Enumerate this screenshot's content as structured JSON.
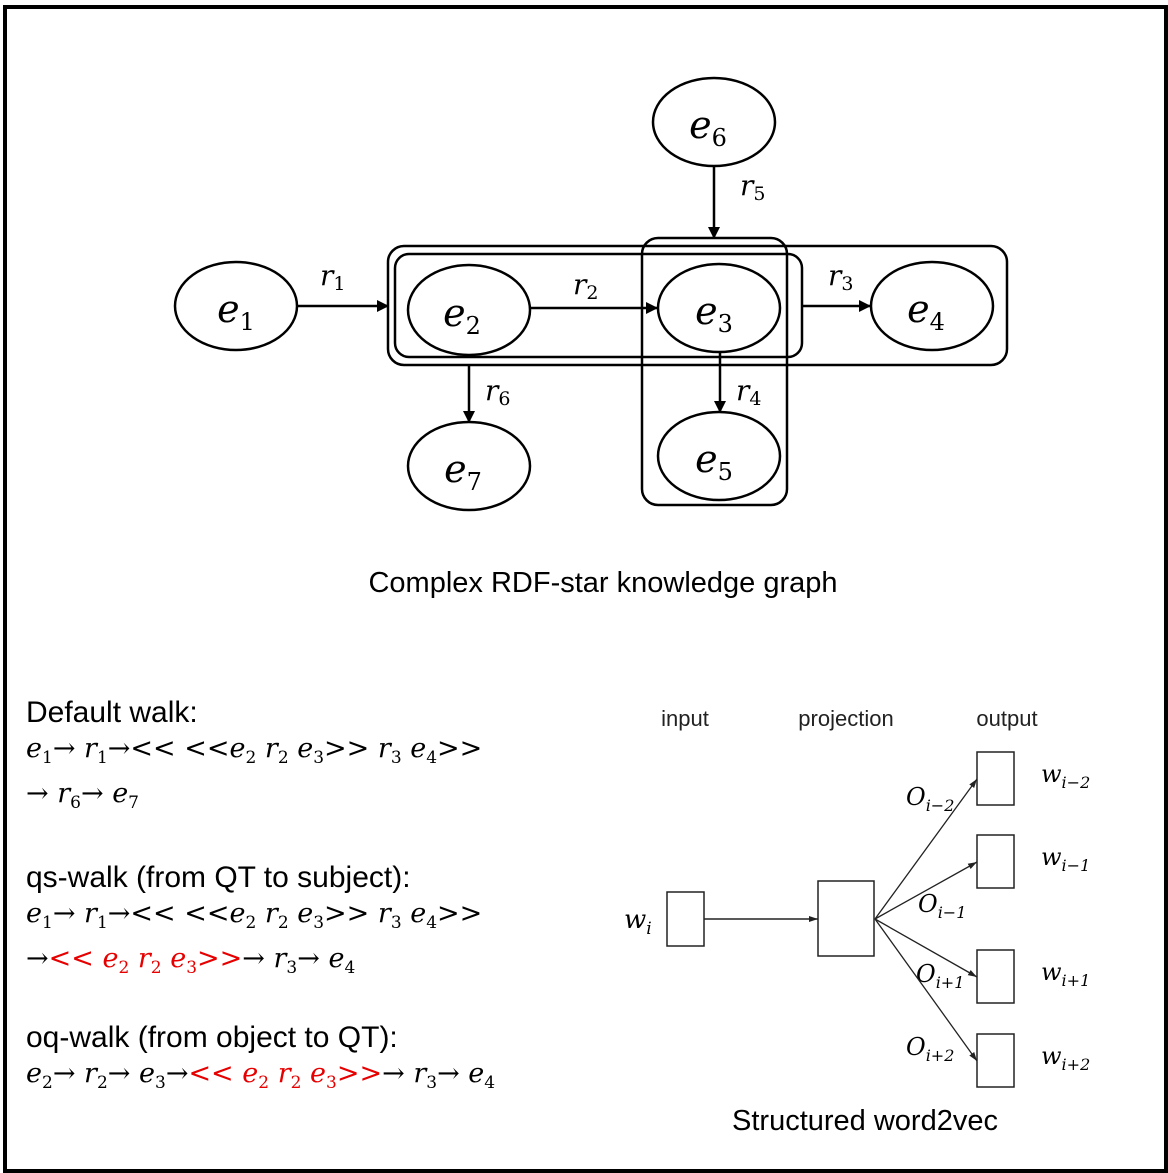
{
  "graph": {
    "caption": "Complex RDF-star knowledge graph",
    "nodes": [
      {
        "id": "e1",
        "base": "e",
        "sub": "1"
      },
      {
        "id": "e2",
        "base": "e",
        "sub": "2"
      },
      {
        "id": "e3",
        "base": "e",
        "sub": "3"
      },
      {
        "id": "e4",
        "base": "e",
        "sub": "4"
      },
      {
        "id": "e5",
        "base": "e",
        "sub": "5"
      },
      {
        "id": "e6",
        "base": "e",
        "sub": "6"
      },
      {
        "id": "e7",
        "base": "e",
        "sub": "7"
      }
    ],
    "edges": [
      {
        "id": "r1",
        "base": "r",
        "sub": "1",
        "from": "e1",
        "to": "qt-outer"
      },
      {
        "id": "r2",
        "base": "r",
        "sub": "2",
        "from": "e2",
        "to": "e3"
      },
      {
        "id": "r3",
        "base": "r",
        "sub": "3",
        "from": "qt-inner",
        "to": "e4"
      },
      {
        "id": "r4",
        "base": "r",
        "sub": "4",
        "from": "e3",
        "to": "e5"
      },
      {
        "id": "r5",
        "base": "r",
        "sub": "5",
        "from": "e6",
        "to": "qt-e3-e5"
      },
      {
        "id": "r6",
        "base": "r",
        "sub": "6",
        "from": "qt-outer",
        "to": "e7"
      }
    ],
    "quoted_triples": [
      {
        "id": "qt-inner",
        "contains": [
          "e2",
          "r2",
          "e3"
        ]
      },
      {
        "id": "qt-outer",
        "contains": [
          "qt-inner",
          "r3",
          "e4"
        ]
      },
      {
        "id": "qt-e3-e5",
        "contains": [
          "e3",
          "r4",
          "e5"
        ]
      }
    ]
  },
  "walks": [
    {
      "title": "Default walk:",
      "lines": [
        [
          {
            "t": "e",
            "s": "1"
          },
          {
            "t": "→ "
          },
          {
            "t": "r",
            "s": "1"
          },
          {
            "t": "→<< <<"
          },
          {
            "t": "e",
            "s": "2"
          },
          {
            "t": " "
          },
          {
            "t": "r",
            "s": "2"
          },
          {
            "t": " "
          },
          {
            "t": "e",
            "s": "3"
          },
          {
            "t": ">> "
          },
          {
            "t": "r",
            "s": "3"
          },
          {
            "t": " "
          },
          {
            "t": "e",
            "s": "4"
          },
          {
            "t": ">>"
          }
        ],
        [
          {
            "t": "→ "
          },
          {
            "t": "r",
            "s": "6"
          },
          {
            "t": "→ "
          },
          {
            "t": "e",
            "s": "7"
          }
        ]
      ]
    },
    {
      "title": "qs-walk (from QT to subject):",
      "lines": [
        [
          {
            "t": "e",
            "s": "1"
          },
          {
            "t": "→ "
          },
          {
            "t": "r",
            "s": "1"
          },
          {
            "t": "→<< <<"
          },
          {
            "t": "e",
            "s": "2"
          },
          {
            "t": " "
          },
          {
            "t": "r",
            "s": "2"
          },
          {
            "t": " "
          },
          {
            "t": "e",
            "s": "3"
          },
          {
            "t": ">> "
          },
          {
            "t": "r",
            "s": "3"
          },
          {
            "t": " "
          },
          {
            "t": "e",
            "s": "4"
          },
          {
            "t": ">>"
          }
        ],
        [
          {
            "t": "→"
          },
          {
            "t": "<< ",
            "red": true
          },
          {
            "t": "e",
            "s": "2",
            "red": true
          },
          {
            "t": " ",
            "red": true
          },
          {
            "t": "r",
            "s": "2",
            "red": true
          },
          {
            "t": " ",
            "red": true
          },
          {
            "t": "e",
            "s": "3",
            "red": true
          },
          {
            "t": ">>",
            "red": true
          },
          {
            "t": "→ "
          },
          {
            "t": "r",
            "s": "3"
          },
          {
            "t": "→ "
          },
          {
            "t": "e",
            "s": "4"
          }
        ]
      ]
    },
    {
      "title": "oq-walk (from object to QT):",
      "lines": [
        [
          {
            "t": "e",
            "s": "2"
          },
          {
            "t": "→ "
          },
          {
            "t": "r",
            "s": "2"
          },
          {
            "t": "→ "
          },
          {
            "t": "e",
            "s": "3"
          },
          {
            "t": "→"
          },
          {
            "t": "<< ",
            "red": true
          },
          {
            "t": "e",
            "s": "2",
            "red": true
          },
          {
            "t": " ",
            "red": true
          },
          {
            "t": "r",
            "s": "2",
            "red": true
          },
          {
            "t": " ",
            "red": true
          },
          {
            "t": "e",
            "s": "3",
            "red": true
          },
          {
            "t": ">>",
            "red": true
          },
          {
            "t": "→ "
          },
          {
            "t": "r",
            "s": "3"
          },
          {
            "t": "→ "
          },
          {
            "t": "e",
            "s": "4"
          }
        ]
      ]
    }
  ],
  "word2vec": {
    "caption": "Structured word2vec",
    "column_labels": {
      "input": "input",
      "projection": "projection",
      "output": "output"
    },
    "input_label": {
      "base": "w",
      "sub": "i"
    },
    "outputs": [
      {
        "edge_base": "O",
        "edge_sub": "i−2",
        "word_base": "w",
        "word_sub": "i−2"
      },
      {
        "edge_base": "O",
        "edge_sub": "i−1",
        "word_base": "w",
        "word_sub": "i−1"
      },
      {
        "edge_base": "O",
        "edge_sub": "i+1",
        "word_base": "w",
        "word_sub": "i+1"
      },
      {
        "edge_base": "O",
        "edge_sub": "i+2",
        "word_base": "w",
        "word_sub": "i+2"
      }
    ]
  },
  "colors": {
    "ink": "#000000",
    "highlight": "#e60000",
    "background": "#ffffff"
  }
}
